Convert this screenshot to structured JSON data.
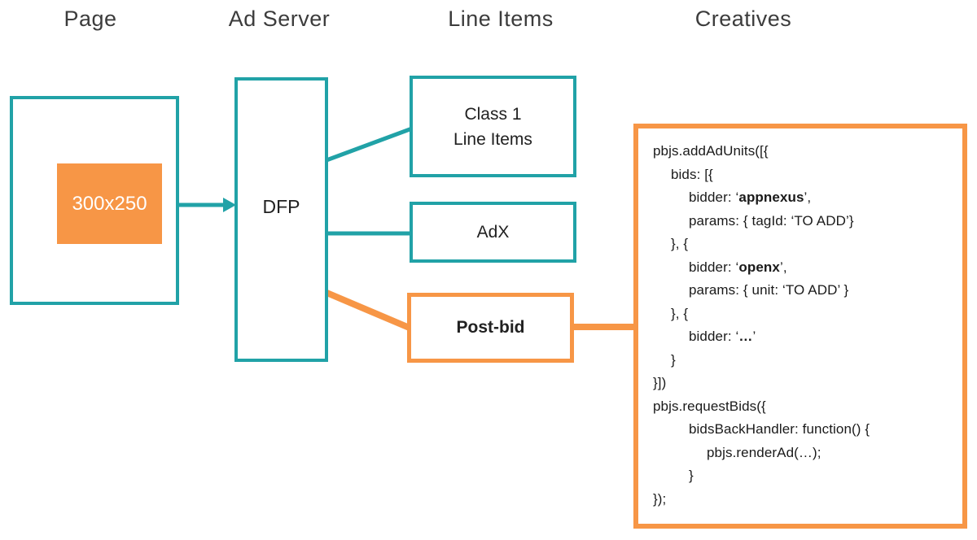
{
  "diagram": {
    "title": "Prebid post-bid setup flow",
    "colors": {
      "teal": "#21a2a7",
      "orange": "#f79646",
      "header_text": "#3c3c3c",
      "code_text": "#1a1a1a",
      "ad_slot_text": "#ffffff"
    },
    "columns": [
      {
        "label": "Page"
      },
      {
        "label": "Ad Server"
      },
      {
        "label": "Line Items"
      },
      {
        "label": "Creatives"
      }
    ],
    "page": {
      "ad_slot_label": "300x250"
    },
    "ad_server": {
      "label": "DFP"
    },
    "line_items": {
      "class1_line1": "Class 1",
      "class1_line2": "Line Items",
      "adx_label": "AdX",
      "postbid_label": "Post-bid"
    },
    "creatives_code": {
      "lines": [
        {
          "indent": 0,
          "segments": [
            {
              "t": "pbjs.addAdUnits([{"
            }
          ]
        },
        {
          "indent": 1,
          "segments": [
            {
              "t": "bids: [{"
            }
          ]
        },
        {
          "indent": 2,
          "segments": [
            {
              "t": "bidder: ‘"
            },
            {
              "t": "appnexus",
              "b": true
            },
            {
              "t": "’,"
            }
          ]
        },
        {
          "indent": 2,
          "segments": [
            {
              "t": "params: { tagId: ‘TO ADD’}"
            }
          ]
        },
        {
          "indent": 1,
          "segments": [
            {
              "t": "}, {"
            }
          ]
        },
        {
          "indent": 2,
          "segments": [
            {
              "t": "bidder: ‘"
            },
            {
              "t": "openx",
              "b": true
            },
            {
              "t": "’,"
            }
          ]
        },
        {
          "indent": 2,
          "segments": [
            {
              "t": "params: { unit: ‘TO ADD’ }"
            }
          ]
        },
        {
          "indent": 1,
          "segments": [
            {
              "t": "}, {"
            }
          ]
        },
        {
          "indent": 2,
          "segments": [
            {
              "t": "bidder: ‘"
            },
            {
              "t": "…",
              "b": true
            },
            {
              "t": "’"
            }
          ]
        },
        {
          "indent": 1,
          "segments": [
            {
              "t": "}"
            }
          ]
        },
        {
          "indent": 0,
          "segments": [
            {
              "t": "}])"
            }
          ]
        },
        {
          "indent": 0,
          "segments": [
            {
              "t": "pbjs.requestBids({"
            }
          ]
        },
        {
          "indent": 2,
          "segments": [
            {
              "t": "bidsBackHandler: function() {"
            }
          ]
        },
        {
          "indent": 3,
          "segments": [
            {
              "t": "pbjs.renderAd(…);"
            }
          ]
        },
        {
          "indent": 2,
          "segments": [
            {
              "t": "}"
            }
          ]
        },
        {
          "indent": 0,
          "segments": [
            {
              "t": "});"
            }
          ]
        }
      ]
    }
  }
}
